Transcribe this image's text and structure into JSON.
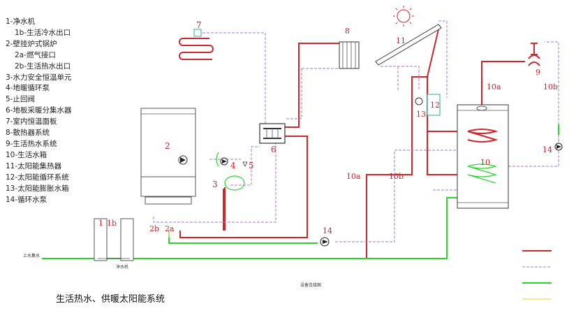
{
  "legend": [
    "1-净水机",
    "1b-生活冷水出口",
    "2-壁挂炉式锅炉",
    "2a-燃气接口",
    "2b-生活热水出口",
    "3-水力安全恒温单元",
    "4-地暖循环泵",
    "5-止回阀",
    "6-地板采暖分集水器",
    "7-室内恒温面板",
    "8-散热器系统",
    "9-生活热水系统",
    "10-生活水箱",
    "11-太阳能集热器",
    "12-太阳能循环系统",
    "13-太阳能膨胀水箱",
    "14-循环水泵"
  ],
  "labels": {
    "n1": "1",
    "n1b": "1b",
    "n2": "2",
    "n2a": "2a",
    "n2b": "2b",
    "n3": "3",
    "n4": "4",
    "n5": "5",
    "n6": "6",
    "n7": "7",
    "n8": "8",
    "n9": "9",
    "n10": "10",
    "n10a": "10a",
    "n10b": "10b",
    "n11": "11",
    "n12": "12",
    "n13": "13",
    "n14": "14",
    "inlet": "上水集水",
    "purifier": "净水机",
    "subtitle": "设备连接图"
  },
  "caption": "生活热水、供暖太阳能系统",
  "colors": {
    "hot_supply": "#d0252b",
    "return": "#a57ac9",
    "cold_water": "#2ed12e",
    "gas": "#eee27a"
  }
}
